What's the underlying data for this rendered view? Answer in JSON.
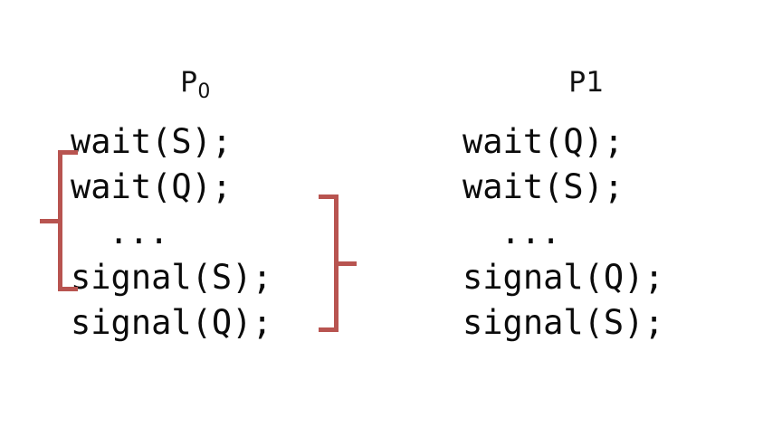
{
  "figure": {
    "background_color": "#ffffff",
    "text_color": "#0b0b0b",
    "bracket_color": "#b85450"
  },
  "processes": [
    {
      "id": "p0",
      "title_base": "P",
      "title_subscript": "0",
      "code_lines": [
        "wait(S);",
        "wait(Q);",
        "...",
        "signal(S);",
        "signal(Q);"
      ],
      "brackets": [
        {
          "name": "outer",
          "side": "left",
          "spans_lines": "wait(S); .. signal(S);"
        },
        {
          "name": "inner",
          "side": "right",
          "spans_lines": "wait(Q); .. signal(Q);"
        }
      ]
    },
    {
      "id": "p1",
      "title_base": "P1",
      "title_subscript": "",
      "code_lines": [
        "wait(Q);",
        "wait(S);",
        "...",
        "signal(Q);",
        "signal(S);"
      ],
      "brackets": [
        {
          "name": "outer",
          "side": "left",
          "spans_lines": "wait(Q); .. signal(Q);"
        },
        {
          "name": "inner",
          "side": "right",
          "spans_lines": "wait(S); .. signal(S);"
        }
      ]
    }
  ]
}
